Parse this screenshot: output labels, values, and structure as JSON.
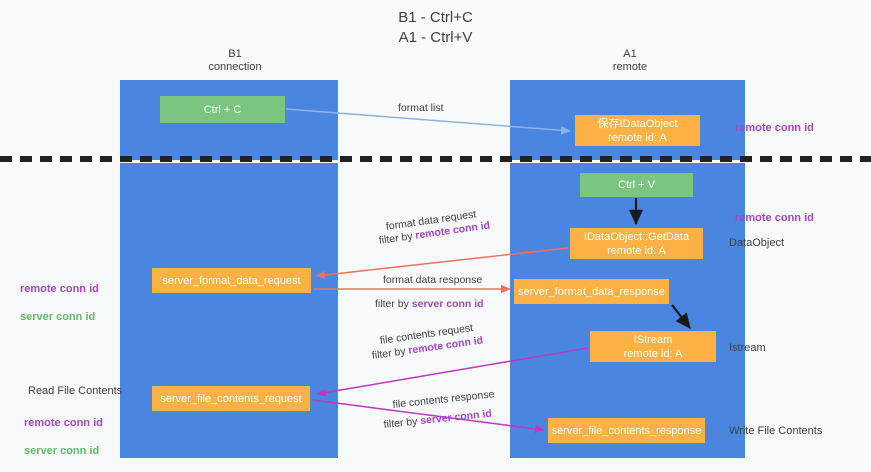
{
  "title": "B1 - Ctrl+C\nA1 - Ctrl+V",
  "columns": [
    {
      "name": "B1",
      "role": "connection",
      "header": "B1\nconnection"
    },
    {
      "name": "A1",
      "role": "remote",
      "header": "A1\nremote"
    }
  ],
  "nodes": {
    "ctrl_c": "Ctrl + C",
    "save_idataobject": "保存IDataObject\nremote id: A",
    "ctrl_v": "Ctrl + V",
    "getdata": "IDataObject::GetData\nremote id: A",
    "server_format_data_request": "server_format_data_request",
    "server_format_data_response": "server_format_data_response",
    "istream": "IStream\nremote id: A",
    "server_file_contents_request": "server_file_contents_request",
    "server_file_contents_response": "server_file_contents_response"
  },
  "edges": {
    "format_list": "format list",
    "format_data_request": "format data request",
    "format_data_request_filter_prefix": "filter by ",
    "format_data_request_filter_key": "remote conn id",
    "format_data_response": "format data response",
    "format_data_response_filter_prefix": "filter by ",
    "format_data_response_filter_key": "server conn id",
    "file_contents_request": "file contents request",
    "file_contents_request_filter_prefix": "filter by ",
    "file_contents_request_filter_key": "remote conn id",
    "file_contents_response": "file contents response",
    "file_contents_response_filter_prefix": "filter by ",
    "file_contents_response_filter_key": "server conn id"
  },
  "annotations": {
    "right_remote_conn_id_top": "remote conn id",
    "right_remote_conn_id_mid": "remote conn id",
    "right_dataobject": "DataObject",
    "right_istream": "Istream",
    "right_write_file_contents": "Write File Contents",
    "left_remote_conn_id": "remote conn id",
    "left_server_conn_id": "server conn id",
    "left_read_file_contents": "Read File Contents",
    "left_remote_conn_id_2": "remote conn id",
    "left_server_conn_id_2": "server conn id"
  },
  "colors": {
    "lane_blue": "#4a86e0",
    "node_green": "#7bc67e",
    "node_orange": "#fbb143",
    "accent_purple": "#a347c7",
    "accent_green": "#63b96a",
    "arrow_lightblue": "#8ab4e8",
    "arrow_red": "#f0705a",
    "arrow_magenta": "#c236c2",
    "arrow_black": "#1a1a1a",
    "background": "#f8f9fa"
  }
}
